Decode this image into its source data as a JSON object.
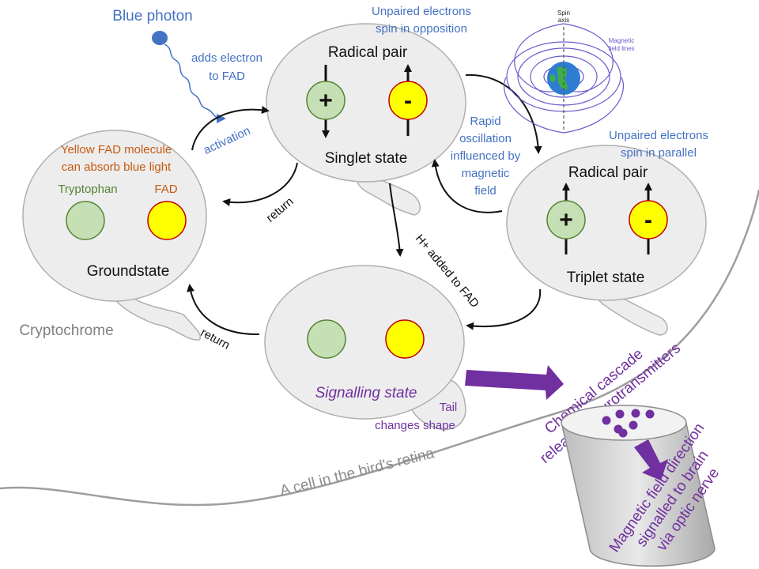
{
  "colors": {
    "blue_text": "#4472C4",
    "orange_text": "#C55A11",
    "green_text": "#548235",
    "purple": "#7030A0",
    "gray_text": "#7F7F7F",
    "cell_fill": "#EDEDED",
    "cell_stroke": "#AFAFAF",
    "tryptophan_fill": "#C5E0B4",
    "fad_fill": "#FFFF00",
    "fad_stroke": "#C00000"
  },
  "icons": {
    "photon": "blue-dot-with-wavy-tail",
    "earth": "earth-magnetic-field-illustration",
    "retina_cell": "gray-cylinder-optic-nerve-cell"
  },
  "labels": {
    "blue_photon": "Blue photon",
    "adds_electron_1": "adds electron",
    "adds_electron_2": "to FAD",
    "activation": "activation",
    "return_top": "return",
    "return_bottom": "return",
    "h_added": "H+ added to FAD",
    "rapid_1": "Rapid",
    "rapid_2": "oscillation",
    "rapid_3": "influenced by",
    "rapid_4": "magnetic",
    "rapid_5": "field",
    "unpaired_opposition_1": "Unpaired electrons",
    "unpaired_opposition_2": "spin in opposition",
    "unpaired_parallel_1": "Unpaired electrons",
    "unpaired_parallel_2": "spin in parallel",
    "yellow_fad_1": "Yellow FAD molecule",
    "yellow_fad_2": "can absorb blue light",
    "tryptophan": "Tryptophan",
    "fad": "FAD",
    "groundstate": "Groundstate",
    "radical_pair_singlet": "Radical pair",
    "singlet_state": "Singlet state",
    "radical_pair_triplet": "Radical pair",
    "triplet_state": "Triplet state",
    "signalling_state": "Signalling state",
    "tail_1": "Tail",
    "tail_2": "changes shape",
    "cryptochrome": "Cryptochrome",
    "cell_label": "A cell in the bird's retina",
    "chemical_1": "Chemical cascade",
    "chemical_2": "releases neurotransmitters",
    "magnetic_1": "Magnetic field direction",
    "magnetic_2": "signalled to brain",
    "magnetic_3": "via optic nerve",
    "plus_sign": "+",
    "minus_sign": "-",
    "plus_sign_2": "+",
    "minus_sign_2": "-",
    "earth_spin_axis_1": "Spin",
    "earth_spin_axis_2": "axis",
    "earth_field_1": "Magnetic",
    "earth_field_2": "field lines"
  }
}
